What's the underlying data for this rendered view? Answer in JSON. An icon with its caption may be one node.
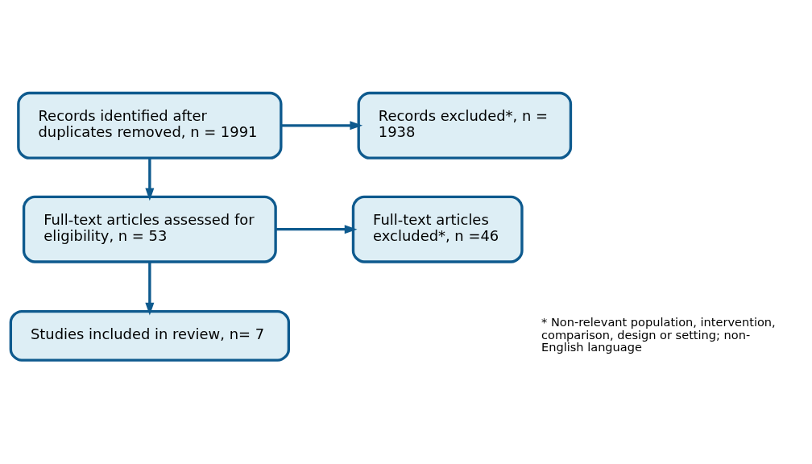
{
  "diagram": {
    "nodes": [
      {
        "text": [
          "Records identified after duplicates removed, n = 1991"
        ]
      },
      {
        "text": [
          "Records excluded*, n = 1938"
        ]
      },
      {
        "text": [
          "Full-text articles assessed for eligibility, n = 53"
        ]
      },
      {
        "text": [
          "Full-text articles excluded*, n =46"
        ]
      },
      {
        "text": [
          "Studies included in review, n= 7"
        ]
      }
    ],
    "edges": [
      {
        "from": 0,
        "to": 1,
        "arrow": "to"
      },
      {
        "from": 0,
        "to": 2,
        "arrow": "to"
      },
      {
        "from": 2,
        "to": 3,
        "arrow": "to"
      },
      {
        "from": 2,
        "to": 4,
        "arrow": "to"
      }
    ],
    "labels": [
      "* Non-relevant population, intervention, comparison, design or setting; non-English language"
    ]
  }
}
